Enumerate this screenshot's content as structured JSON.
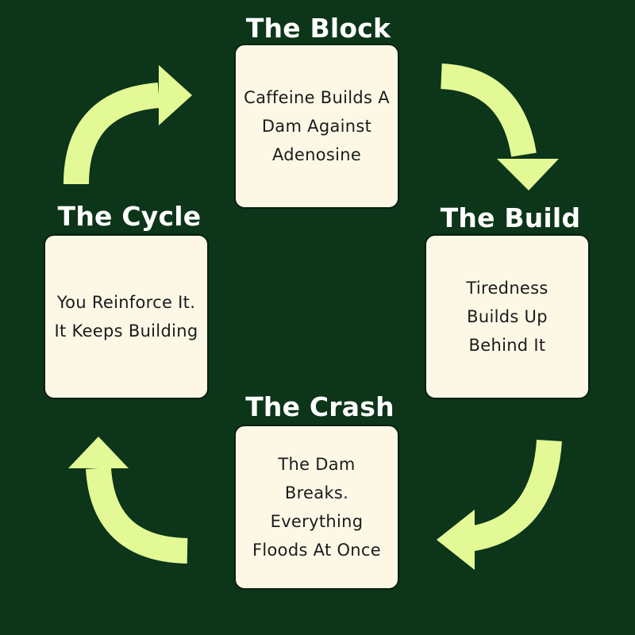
{
  "colors": {
    "background": "#0c3519",
    "card_fill": "#fdf8e6",
    "arrow": "#e3f996",
    "heading_text": "#ffffff",
    "card_text": "#1b1b1b"
  },
  "stages": [
    {
      "heading": "The Block",
      "text": "Caffeine Builds A Dam Against Adenosine"
    },
    {
      "heading": "The Build",
      "text": "Tiredness Builds Up Behind It"
    },
    {
      "heading": "The Crash",
      "text": "The Dam Breaks. Everything Floods At Once"
    },
    {
      "heading": "The Cycle",
      "text": "You Reinforce It. It Keeps Building"
    }
  ],
  "arrows": [
    {
      "from": "The Block",
      "to": "The Build",
      "icon": "curved-arrow-icon"
    },
    {
      "from": "The Build",
      "to": "The Crash",
      "icon": "curved-arrow-icon"
    },
    {
      "from": "The Crash",
      "to": "The Cycle",
      "icon": "curved-arrow-icon"
    },
    {
      "from": "The Cycle",
      "to": "The Block",
      "icon": "curved-arrow-icon"
    }
  ]
}
